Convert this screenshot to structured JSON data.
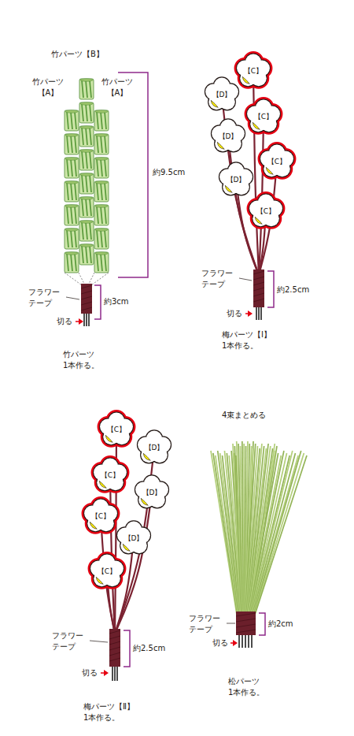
{
  "diagram": {
    "nodes": [
      {
        "text": [
          "【C】"
        ]
      },
      {
        "text": [
          "【D】"
        ]
      },
      {
        "text": [
          "【C】"
        ]
      },
      {
        "text": [
          "【D】"
        ]
      },
      {
        "text": [
          "【C】"
        ]
      },
      {
        "text": [
          "【D】"
        ]
      },
      {
        "text": [
          "【C】"
        ]
      },
      {
        "text": [
          "【C】"
        ]
      },
      {
        "text": [
          "【D】"
        ]
      },
      {
        "text": [
          "【C】"
        ]
      },
      {
        "text": [
          "【D】"
        ]
      },
      {
        "text": [
          "【C】"
        ]
      },
      {
        "text": [
          "【D】"
        ]
      },
      {
        "text": [
          "【C】"
        ]
      }
    ],
    "labels": [
      "竹パーツ【B】",
      "竹パーツ 【A】",
      "竹パーツ 【A】",
      "約9.5cm",
      "フラワー テープ",
      "約3cm",
      "切る",
      "竹パーツ 1本作る。",
      "フラワー テープ",
      "約2.5cm",
      "切る",
      "梅パーツ【Ⅰ】 1本作る。",
      "フラワー テープ",
      "約2.5cm",
      "切る",
      "梅パーツ【Ⅱ】 1本作る。",
      "4束まとめる",
      "フラワー テープ",
      "約2cm",
      "切る",
      "松パーツ 1本作る。"
    ]
  }
}
